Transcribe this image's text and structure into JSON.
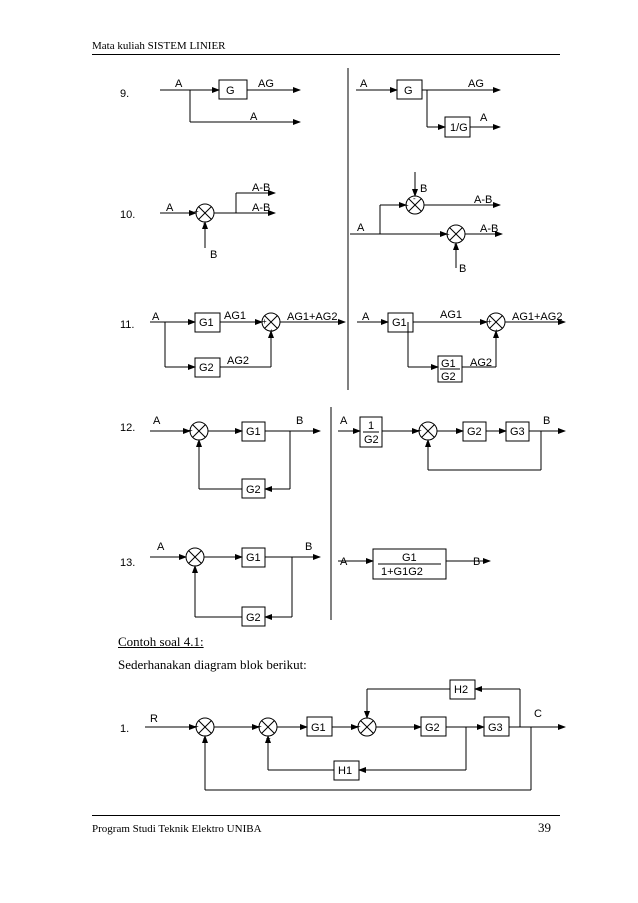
{
  "header": {
    "title": "Mata kuliah SISTEM LINIER"
  },
  "footer": {
    "program": "Program Studi Teknik Elektro UNIBA",
    "page_number": "39"
  },
  "example": {
    "heading": "Contoh soal 4.1:",
    "instruction": "Sederhanakan diagram blok berikut:"
  },
  "rows": {
    "r9": {
      "num": "9.",
      "A": "A",
      "G": "G",
      "AG": "AG",
      "invG": "1/G"
    },
    "r10": {
      "num": "10.",
      "A": "A",
      "B": "B",
      "AmB": "A-B"
    },
    "r11": {
      "num": "11.",
      "A": "A",
      "G1": "G1",
      "G2": "G2",
      "AG1": "AG1",
      "AG2": "AG2",
      "sum": "AG1+AG2"
    },
    "r12": {
      "num": "12.",
      "A": "A",
      "B": "B",
      "G1": "G1",
      "G2": "G2",
      "G3": "G3",
      "one": "1"
    },
    "r13": {
      "num": "13.",
      "A": "A",
      "B": "B",
      "G1": "G1",
      "G2": "G2",
      "den": "1+G1G2"
    },
    "ex1": {
      "num": "1.",
      "R": "R",
      "C": "C",
      "G1": "G1",
      "G2": "G2",
      "G3": "G3",
      "H1": "H1",
      "H2": "H2"
    }
  },
  "signs": {
    "plus": "+",
    "minus": "-"
  }
}
